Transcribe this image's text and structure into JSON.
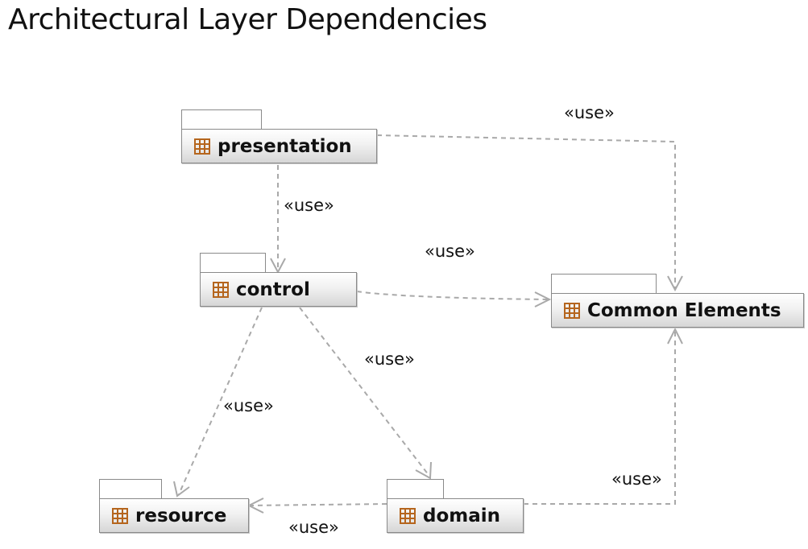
{
  "title": "Architectural Layer Dependencies",
  "packages": {
    "presentation": "presentation",
    "control": "control",
    "common": "Common Elements",
    "resource": "resource",
    "domain": "domain"
  },
  "dependencies": [
    {
      "from": "presentation",
      "to": "Common Elements",
      "label": "«use»"
    },
    {
      "from": "presentation",
      "to": "control",
      "label": "«use»"
    },
    {
      "from": "control",
      "to": "Common Elements",
      "label": "«use»"
    },
    {
      "from": "control",
      "to": "domain",
      "label": "«use»"
    },
    {
      "from": "control",
      "to": "resource",
      "label": "«use»"
    },
    {
      "from": "domain",
      "to": "Common Elements",
      "label": "«use»"
    },
    {
      "from": "domain",
      "to": "resource",
      "label": "«use»"
    }
  ],
  "colors": {
    "edge": "#a9a9a9",
    "package_icon": "#b5651d"
  }
}
